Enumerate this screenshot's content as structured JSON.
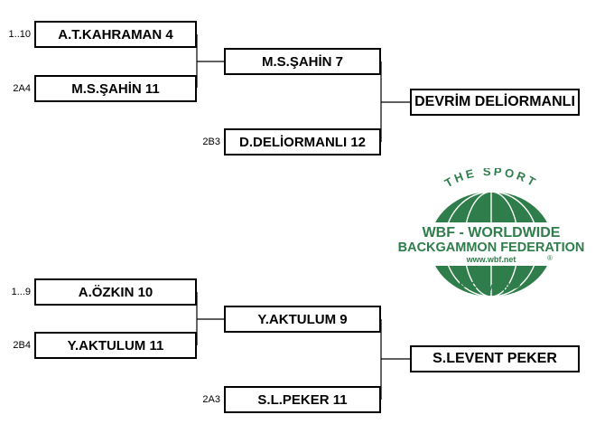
{
  "bracket_top": {
    "round1": [
      {
        "seed": "1..10",
        "name": "A.T.KAHRAMAN",
        "score": "4"
      },
      {
        "seed": "2A4",
        "name": "M.S.ŞAHİN",
        "score": "11"
      }
    ],
    "bye": {
      "seed": "2B3",
      "name": "D.DELİORMANLI",
      "score": "12"
    },
    "round2": {
      "name": "M.S.ŞAHİN",
      "score": "7"
    },
    "winner": "DEVRİM DELİORMANLI"
  },
  "bracket_bottom": {
    "round1": [
      {
        "seed": "1...9",
        "name": "A.ÖZKIN",
        "score": "10"
      },
      {
        "seed": "2B4",
        "name": "Y.AKTULUM",
        "score": "11"
      }
    ],
    "bye": {
      "seed": "2A3",
      "name": "S.L.PEKER",
      "score": "11"
    },
    "round2": {
      "name": "Y.AKTULUM",
      "score": "9"
    },
    "winner": "S.LEVENT PEKER"
  },
  "logo": {
    "arc_top": "THE SPORT",
    "arc_bottom": "OF MIND",
    "line1": "WBF - WORLDWIDE",
    "line2": "BACKGAMMON FEDERATION",
    "url": "www.wbf.net",
    "registered": "®",
    "green": "#2e7d4a"
  }
}
